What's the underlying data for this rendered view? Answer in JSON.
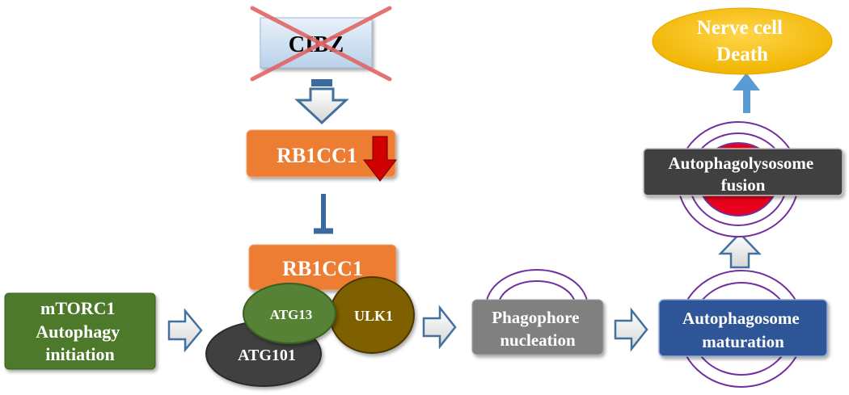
{
  "nodes": {
    "cibz": {
      "label": "CIBZ",
      "state": "crossed-out"
    },
    "rb1cc1_top": {
      "label": "RB1CC1",
      "indicator": "down-arrow-icon"
    },
    "rb1cc1_complex": {
      "label": "RB1CC1"
    },
    "atg13": {
      "label": "ATG13"
    },
    "ulk1": {
      "label": "ULK1"
    },
    "atg101": {
      "label": "ATG101"
    },
    "mtorc1": {
      "lines": [
        "mTORC1",
        "Autophagy",
        "initiation"
      ]
    },
    "phagophore": {
      "lines": [
        "Phagophore",
        "nucleation"
      ]
    },
    "autophagosome": {
      "lines": [
        "Autophagosome",
        "maturation"
      ]
    },
    "autophagolysosome": {
      "lines": [
        "Autophagolysosome",
        "fusion"
      ]
    },
    "death": {
      "lines": [
        "Nerve cell",
        "Death"
      ]
    }
  },
  "colors": {
    "orange": "#ED7D31",
    "green_dark": "#4E7A2A",
    "green_mid": "#548235",
    "olive": "#7F6000",
    "charcoal": "#404040",
    "gray_box": "#808080",
    "blue_box": "#2F5597",
    "gold": "#FFC000",
    "cross_red": "#E06666",
    "arrow_blue": "#5B9BD5",
    "arrow_outline": "#41719C",
    "ring_purple": "#7030A0",
    "core_red": "#E8001C"
  }
}
